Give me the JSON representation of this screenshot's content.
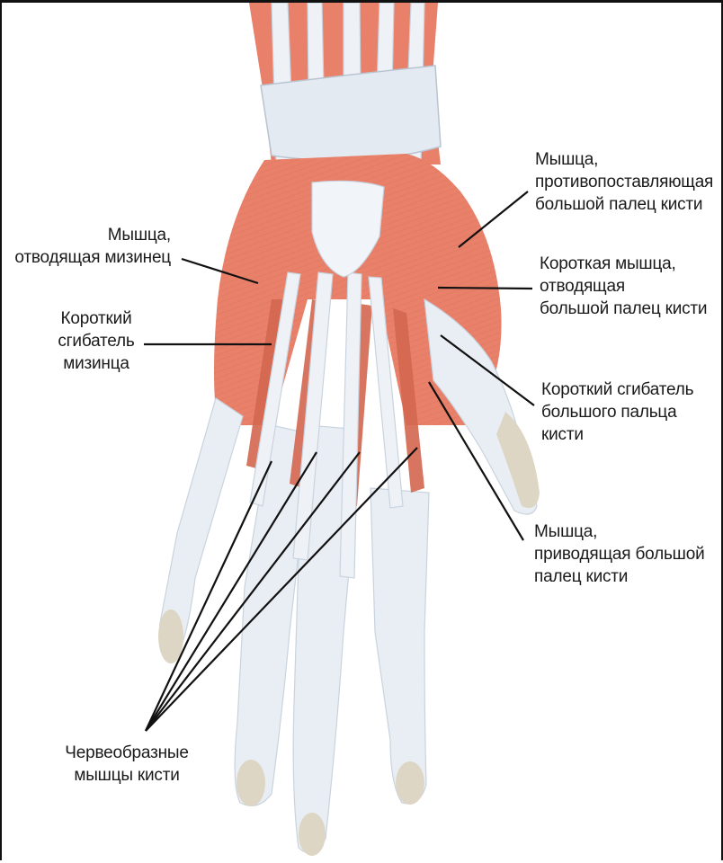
{
  "labels": {
    "opponens_pollicis": "Мышца,\nпротивопоставляющая\nбольшой палец кисти",
    "abductor_digiti_minimi": "Мышца,\nотводящая мизинец",
    "abductor_pollicis_brevis": "Короткая мышца,\nотводящая\nбольшой палец кисти",
    "flexor_digiti_minimi_brevis": "Короткий\nсгибатель\nмизинца",
    "flexor_pollicis_brevis": "Короткий сгибатель\nбольшого пальца\nкисти",
    "adductor_pollicis": "Мышца,\nприводящая большой\nпалец кисти",
    "lumbricals": "Червеобразные\nмышцы кисти"
  },
  "colors": {
    "muscle": "#e8806a",
    "muscle_dark": "#d4674f",
    "tendon": "#e9eef4",
    "tendon_shade": "#c9d3de",
    "bone": "#ddd6c4",
    "line": "#111111"
  }
}
